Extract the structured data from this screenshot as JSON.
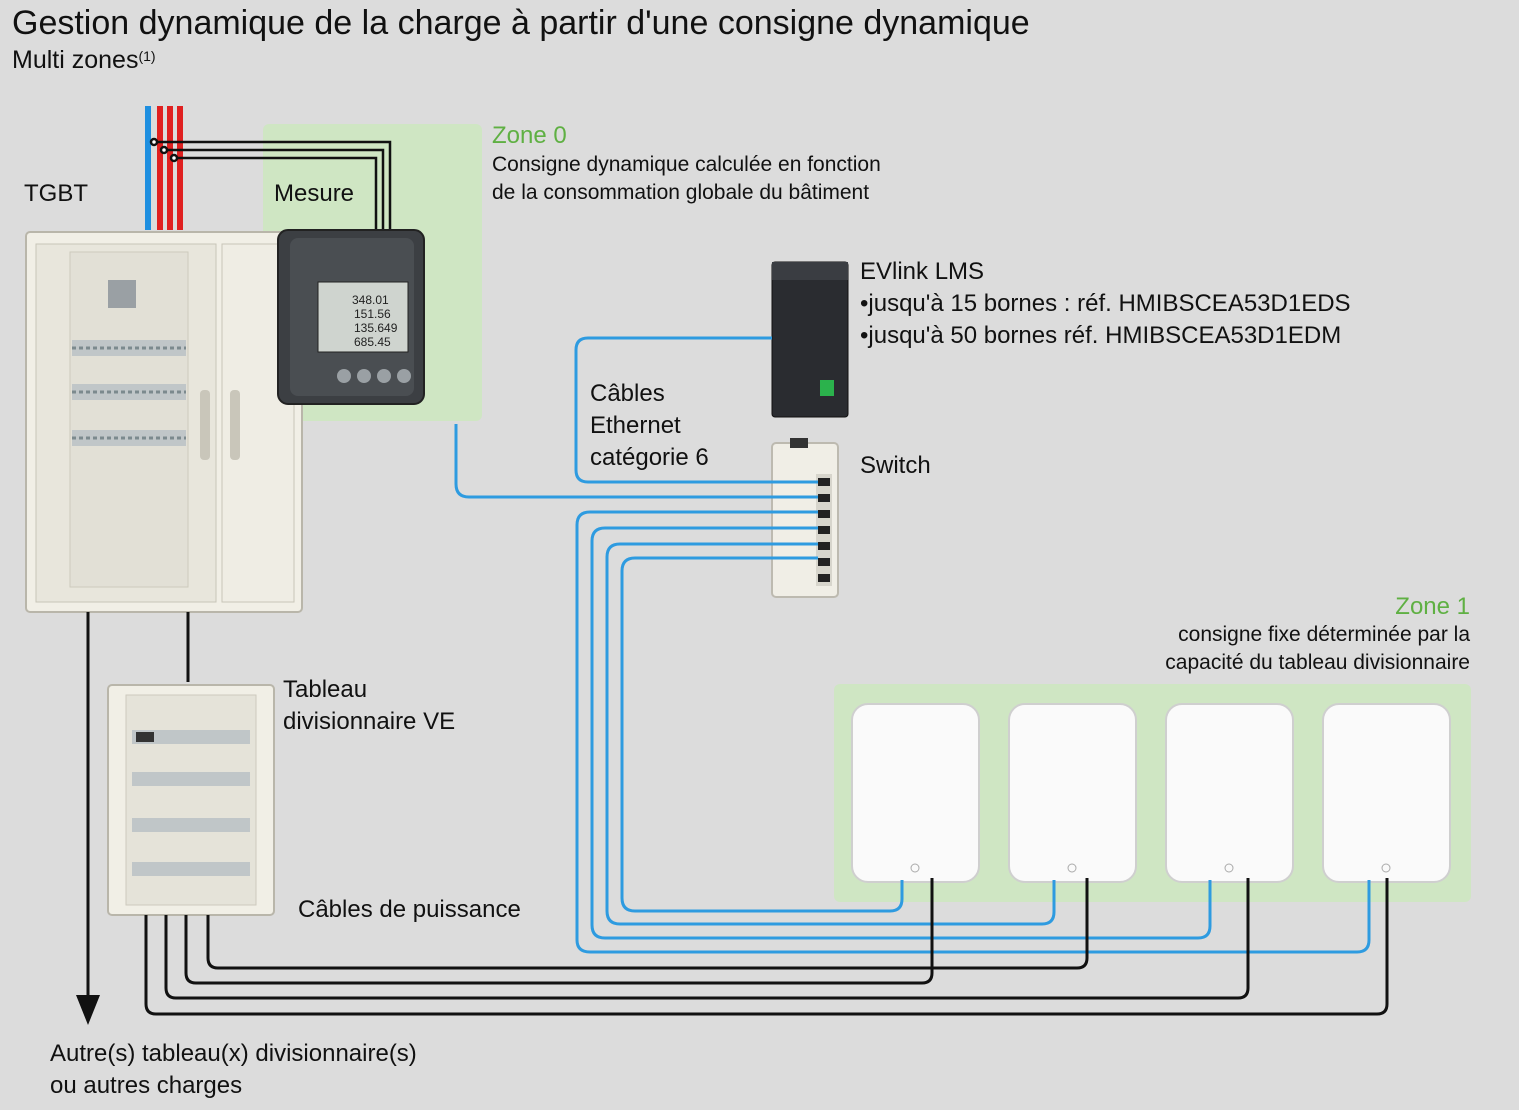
{
  "header": {
    "title": "Gestion dynamique de la charge à partir d'une consigne dynamique",
    "subtitle": "Multi zones",
    "subtitle_note": "(1)"
  },
  "tgbt": {
    "label": "TGBT"
  },
  "mesure": {
    "label": "Mesure",
    "readings": [
      "348.01",
      "151.56",
      "135.649",
      "685.45"
    ]
  },
  "zone0": {
    "title": "Zone 0",
    "line1": "Consigne dynamique calculée en fonction",
    "line2": "de la consommation globale du bâtiment"
  },
  "evlink": {
    "title": "EVlink LMS",
    "item1": "•jusqu'à 15 bornes : réf. HMIBSCEA53D1EDS",
    "item2": "•jusqu'à 50 bornes réf. HMIBSCEA53D1EDM"
  },
  "cables_ethernet": {
    "line1": "Câbles",
    "line2": "Ethernet",
    "line3": "catégorie 6"
  },
  "switch": {
    "label": "Switch"
  },
  "zone1": {
    "title": "Zone 1",
    "line1": "consigne fixe déterminée par la",
    "line2": "capacité du tableau divisionnaire"
  },
  "tableau_ve": {
    "line1": "Tableau",
    "line2": "divisionnaire VE"
  },
  "cables_puissance": {
    "label": "Câbles de puissance"
  },
  "autres": {
    "line1": "Autre(s) tableau(x) divisionnaire(s)",
    "line2": "ou autres charges"
  },
  "colors": {
    "background": "#dcdcdc",
    "zone_fill": "#cfe6c3",
    "zone_title": "#5fb043",
    "ethernet": "#2e9be0",
    "power": "#111111",
    "busbar_blue": "#1e8fe0",
    "busbar_red": "#e02020"
  }
}
